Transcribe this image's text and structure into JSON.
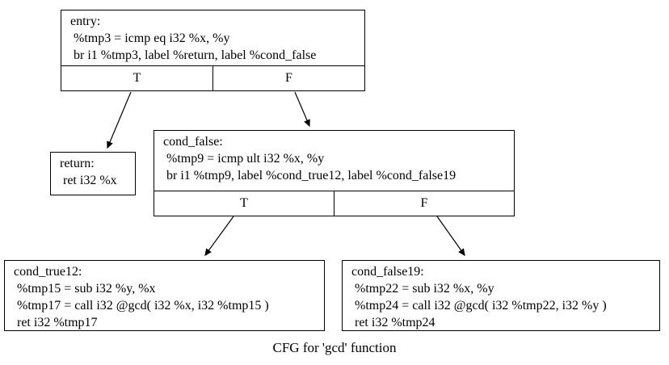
{
  "diagram": {
    "caption": "CFG for 'gcd' function",
    "colors": {
      "background": "#ffffff",
      "border": "#000000",
      "text": "#000000"
    },
    "blocks": {
      "entry": {
        "lines": [
          "entry:",
          " %tmp3 = icmp eq i32 %x, %y",
          " br i1 %tmp3, label %return, label %cond_false"
        ],
        "true_label": "T",
        "false_label": "F"
      },
      "return": {
        "lines": [
          "return:",
          " ret i32 %x"
        ]
      },
      "cond_false": {
        "lines": [
          "cond_false:",
          " %tmp9 = icmp ult i32 %x, %y",
          " br i1 %tmp9, label %cond_true12, label %cond_false19"
        ],
        "true_label": "T",
        "false_label": "F"
      },
      "cond_true12": {
        "lines": [
          "cond_true12:",
          " %tmp15 = sub i32 %y, %x",
          " %tmp17 = call i32 @gcd( i32 %x, i32 %tmp15 )",
          " ret i32 %tmp17"
        ]
      },
      "cond_false19": {
        "lines": [
          "cond_false19:",
          " %tmp22 = sub i32 %x, %y",
          " %tmp24 = call i32 @gcd( i32 %tmp22, i32 %y )",
          " ret i32 %tmp24"
        ]
      }
    },
    "edges": [
      {
        "from": "entry",
        "branch": "T",
        "to": "return"
      },
      {
        "from": "entry",
        "branch": "F",
        "to": "cond_false"
      },
      {
        "from": "cond_false",
        "branch": "T",
        "to": "cond_true12"
      },
      {
        "from": "cond_false",
        "branch": "F",
        "to": "cond_false19"
      }
    ]
  }
}
